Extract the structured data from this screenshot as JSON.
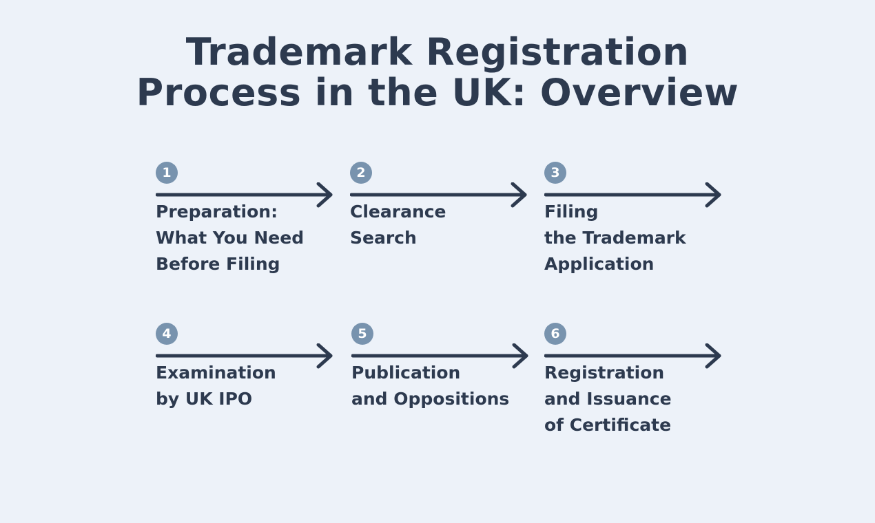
{
  "title": {
    "line1": "Trademark Registration",
    "line2": "Process in the UK: Overview"
  },
  "colors": {
    "background": "#edf2f9",
    "text": "#2d3a4f",
    "badge": "#7893ae"
  },
  "steps": [
    {
      "number": "1",
      "lines": [
        "Preparation:",
        "What You Need",
        "Before Filing"
      ]
    },
    {
      "number": "2",
      "lines": [
        "Clearance",
        "Search"
      ]
    },
    {
      "number": "3",
      "lines": [
        "Filing",
        "the Trademark",
        "Application"
      ]
    },
    {
      "number": "4",
      "lines": [
        "Examination",
        "by UK IPO"
      ]
    },
    {
      "number": "5",
      "lines": [
        "Publication",
        "and Oppositions"
      ]
    },
    {
      "number": "6",
      "lines": [
        "Registration",
        "and Issuance",
        "of Certificate"
      ]
    }
  ]
}
